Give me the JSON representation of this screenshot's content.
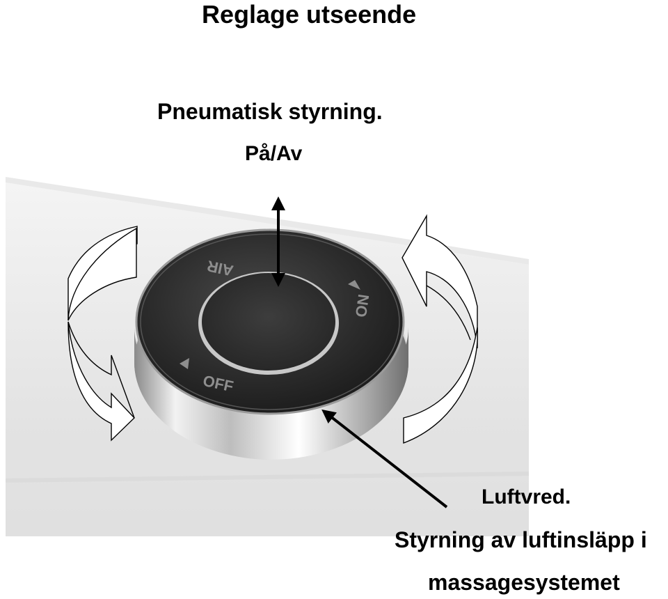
{
  "title": "Reglage utseende",
  "subtitle": "Pneumatisk styrning.",
  "button_label": "På/Av",
  "knob_label": "Luftvred.",
  "description_line1": "Styrning av luftinsläpp i",
  "description_line2": "massagesystemet",
  "knob_markings": {
    "top": "AIR",
    "right": "ON",
    "left": "OFF"
  }
}
